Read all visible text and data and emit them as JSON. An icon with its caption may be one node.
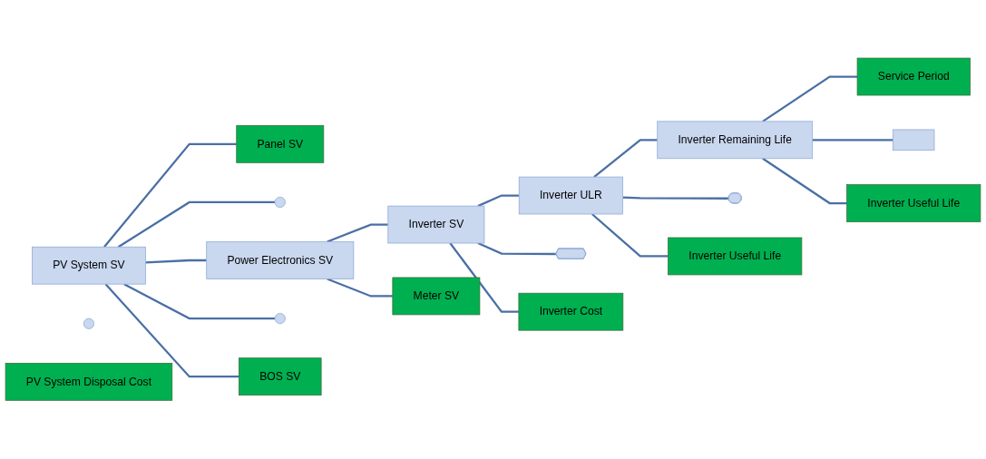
{
  "diagram": {
    "nodes": [
      {
        "text": [
          "PV System SV"
        ]
      },
      {
        "text": [],
        "shape": "plus"
      },
      {
        "text": [
          "PV System Disposal Cost"
        ]
      },
      {
        "text": [
          "Panel SV"
        ]
      },
      {
        "text": [],
        "shape": "plus"
      },
      {
        "text": [
          "Power Electronics SV"
        ]
      },
      {
        "text": [],
        "shape": "plus"
      },
      {
        "text": [
          "BOS SV"
        ]
      },
      {
        "text": [
          "Inverter SV"
        ]
      },
      {
        "text": [
          "Meter SV"
        ]
      },
      {
        "text": [
          "Inverter ULR"
        ]
      },
      {
        "text": [],
        "shape": "cross"
      },
      {
        "text": [
          "Inverter Cost"
        ]
      },
      {
        "text": [
          "Inverter Remaining Life"
        ]
      },
      {
        "text": [],
        "shape": "divide"
      },
      {
        "text": [
          "Inverter Useful Life"
        ]
      },
      {
        "text": [
          "Service Period"
        ]
      },
      {
        "text": [],
        "shape": "minus"
      },
      {
        "text": [
          "Inverter Useful Life"
        ]
      }
    ],
    "edges": [
      {
        "from": 0,
        "to": 3,
        "arrow": "none"
      },
      {
        "from": 0,
        "to": 4,
        "arrow": "none"
      },
      {
        "from": 0,
        "to": 5,
        "arrow": "none"
      },
      {
        "from": 0,
        "to": 6,
        "arrow": "none"
      },
      {
        "from": 0,
        "to": 7,
        "arrow": "none"
      },
      {
        "from": 5,
        "to": 8,
        "arrow": "none"
      },
      {
        "from": 5,
        "to": 9,
        "arrow": "none"
      },
      {
        "from": 8,
        "to": 10,
        "arrow": "none"
      },
      {
        "from": 8,
        "to": 11,
        "arrow": "none"
      },
      {
        "from": 8,
        "to": 12,
        "arrow": "none"
      },
      {
        "from": 10,
        "to": 13,
        "arrow": "none"
      },
      {
        "from": 10,
        "to": 14,
        "arrow": "none"
      },
      {
        "from": 10,
        "to": 15,
        "arrow": "none"
      },
      {
        "from": 13,
        "to": 16,
        "arrow": "none"
      },
      {
        "from": 13,
        "to": 17,
        "arrow": "none"
      },
      {
        "from": 13,
        "to": 18,
        "arrow": "none"
      }
    ]
  }
}
